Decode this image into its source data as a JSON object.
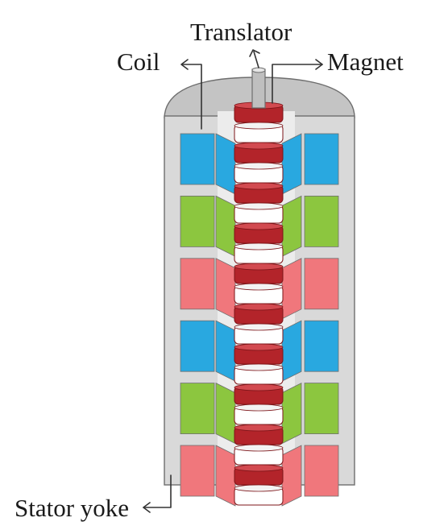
{
  "labels": {
    "translator": "Translator",
    "coil": "Coil",
    "magnet": "Magnet",
    "stator_yoke": "Stator yoke"
  },
  "colors": {
    "stator": "#d9d9d9",
    "stator_edge": "#6e6e6e",
    "cap": "#c4c4c4",
    "coil_phase_a": "#29a8e0",
    "coil_phase_b": "#8cc63f",
    "coil_phase_c": "#f0777c",
    "magnet": "#b3242a",
    "magnet_dark": "#7d1418",
    "spacer": "#ffffff",
    "rod": "#bfbfbf"
  },
  "coil_phases": [
    "a",
    "b",
    "c",
    "a",
    "b",
    "c"
  ]
}
